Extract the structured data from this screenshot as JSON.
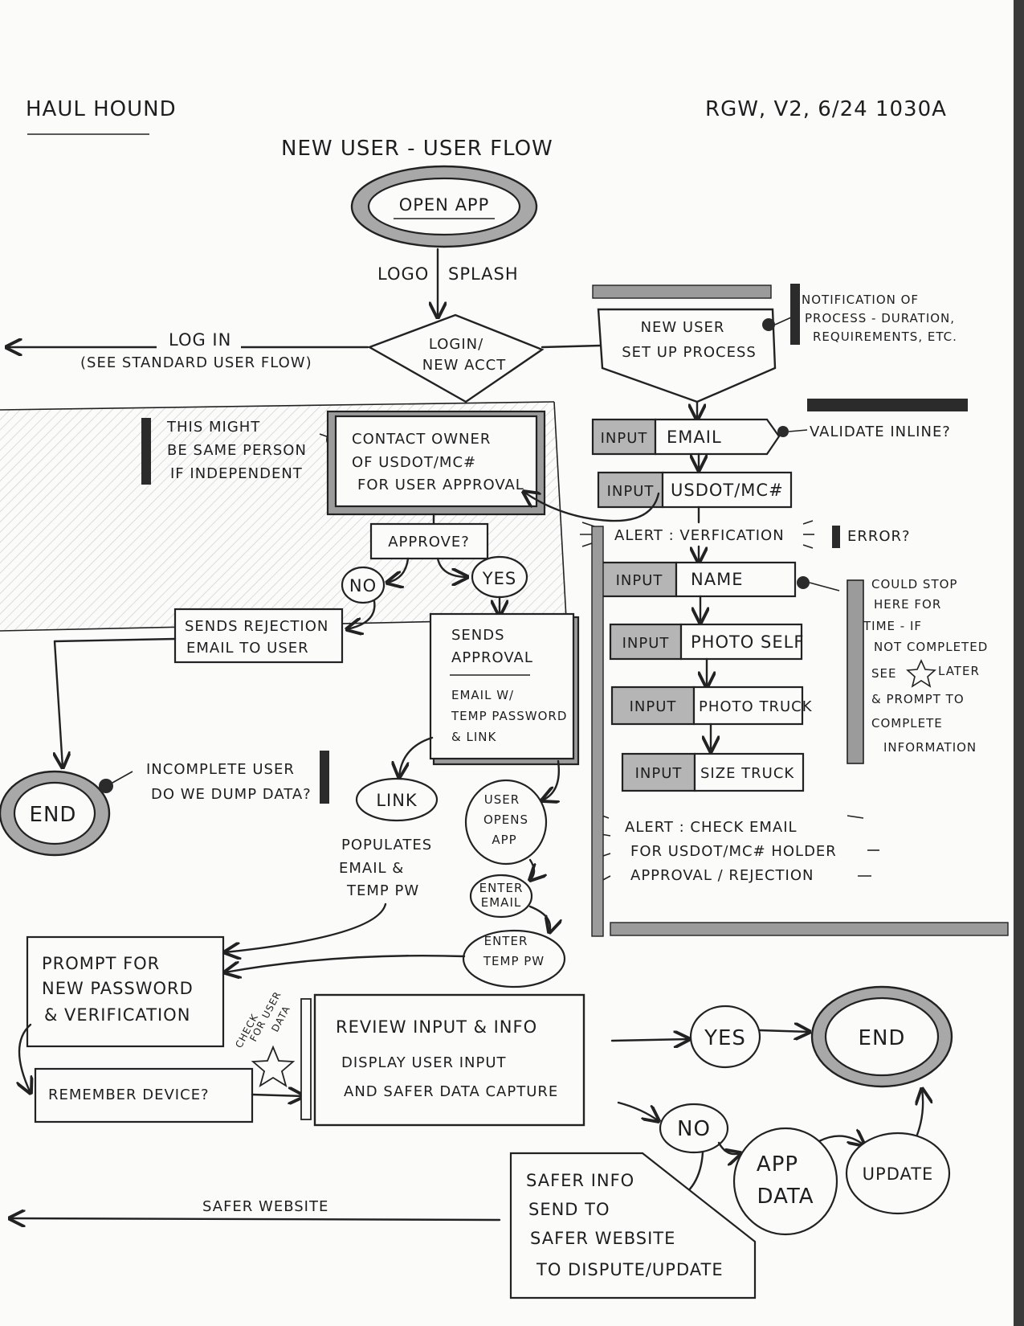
{
  "header": {
    "app_name": "HAUL HOUND",
    "meta": "RGW, V2, 6/24  1030A",
    "title": "NEW USER  -  USER FLOW"
  },
  "start": {
    "open_app": "OPEN APP",
    "splash_left": "LOGO",
    "splash_right": "SPLASH",
    "decision_line1": "LOGIN/",
    "decision_line2": "NEW ACCT",
    "login_label": "LOG IN",
    "login_note": "(SEE STANDARD USER FLOW)"
  },
  "setup": {
    "process_line1": "NEW USER",
    "process_line2": "SET UP PROCESS",
    "notification_note": [
      "NOTIFICATION OF",
      "PROCESS - DURATION,",
      "REQUIREMENTS, ETC."
    ],
    "validate_note": "VALIDATE INLINE?",
    "input_tag": "INPUT",
    "fields": [
      "EMAIL",
      "USDOT/MC#",
      "NAME",
      "PHOTO SELF",
      "PHOTO TRUCK",
      "SIZE TRUCK"
    ],
    "alert_verification": "ALERT : VERFICATION",
    "error_note": "ERROR?",
    "stop_note": [
      "COULD STOP",
      "HERE FOR",
      "TIME - IF",
      "NOT COMPLETED",
      "SEE",
      "LATER",
      "& PROMPT TO",
      "COMPLETE",
      "INFORMATION"
    ],
    "alert_check": [
      "ALERT : CHECK EMAIL",
      "FOR USDOT/MC# HOLDER",
      "APPROVAL / REJECTION"
    ]
  },
  "approval": {
    "same_person_note": [
      "THIS MIGHT",
      "BE SAME PERSON",
      "IF INDEPENDENT"
    ],
    "contact_owner": [
      "CONTACT OWNER",
      "OF USDOT/MC#",
      "FOR USER APPROVAL"
    ],
    "approve_question": "APPROVE?",
    "no": "NO",
    "yes": "YES",
    "rejection": [
      "SENDS REJECTION",
      "EMAIL TO USER"
    ],
    "sends_approval_title": [
      "SENDS",
      "APPROVAL"
    ],
    "sends_approval_body": [
      "EMAIL W/",
      "TEMP PASSWORD",
      "& LINK"
    ],
    "end": "END",
    "incomplete_note": [
      "INCOMPLETE USER",
      "DO WE DUMP DATA?"
    ],
    "link": "LINK",
    "populates_note": [
      "POPULATES",
      "EMAIL &",
      "TEMP PW"
    ],
    "user_opens_app": [
      "USER",
      "OPENS",
      "APP"
    ],
    "enter_email": [
      "ENTER",
      "EMAIL"
    ],
    "enter_temp_pw": [
      "ENTER",
      "TEMP PW"
    ]
  },
  "final": {
    "prompt_password": [
      "PROMPT FOR",
      "NEW PASSWORD",
      "& VERIFICATION"
    ],
    "remember_device": "REMEMBER DEVICE?",
    "check_user_data": [
      "CHECK",
      "FOR USER",
      "DATA"
    ],
    "review_title": "REVIEW INPUT & INFO",
    "review_body": [
      "DISPLAY USER INPUT",
      "AND SAFER DATA CAPTURE"
    ],
    "yes": "YES",
    "no": "NO",
    "end": "END",
    "app_data": [
      "APP",
      "DATA"
    ],
    "update": "UPDATE",
    "safer_info": [
      "SAFER INFO",
      "SEND TO",
      "SAFER WEBSITE",
      "TO DISPUTE/UPDATE"
    ],
    "safer_website": "SAFER WEBSITE"
  }
}
